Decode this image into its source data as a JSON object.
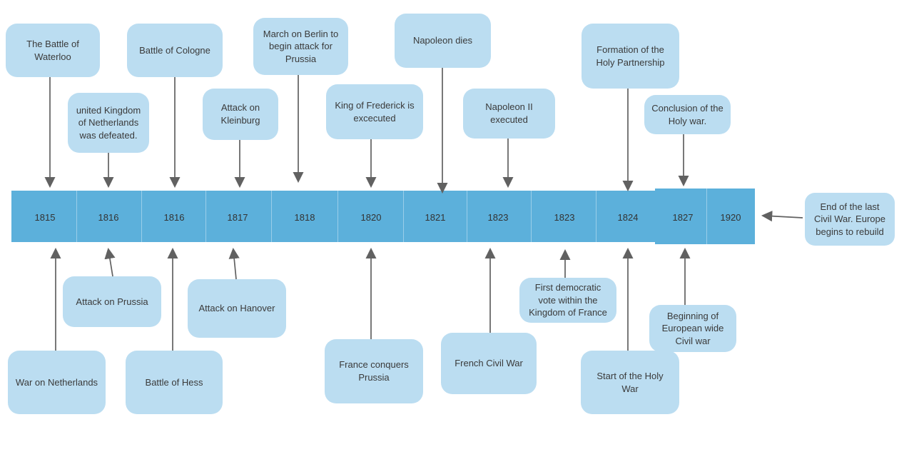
{
  "colors": {
    "box_fill": "#BBDDF1",
    "bar_fill": "#5CB0DB",
    "arrow_color": "#616161",
    "text_color": "#3A3A3A",
    "year_color": "#333333"
  },
  "timeline": {
    "years": [
      "1815",
      "1816",
      "1816",
      "1817",
      "1818",
      "1820",
      "1821",
      "1823",
      "1823",
      "1824",
      "1827",
      "1920"
    ],
    "events_above": [
      {
        "label": "The Battle of Waterloo",
        "year": "1815"
      },
      {
        "label": "united Kingdom of Netherlands was defeated.",
        "year": "1816"
      },
      {
        "label": "Battle of Cologne",
        "year": "1816"
      },
      {
        "label": "Attack on Kleinburg",
        "year": "1817"
      },
      {
        "label": "March on Berlin to begin attack for Prussia",
        "year": "1818"
      },
      {
        "label": "King of Frederick is excecuted",
        "year": "1820"
      },
      {
        "label": "Napoleon dies",
        "year": "1821"
      },
      {
        "label": "Napoleon II executed",
        "year": "1823"
      },
      {
        "label": "Formation of the Holy Partnership",
        "year": "1824"
      },
      {
        "label": "Conclusion of the Holy war.",
        "year": "1827"
      }
    ],
    "events_below": [
      {
        "label": "War on Netherlands",
        "year": "1815"
      },
      {
        "label": "Attack on Prussia",
        "year": "1816"
      },
      {
        "label": "Battle of Hess",
        "year": "1816"
      },
      {
        "label": "Attack on Hanover",
        "year": "1817"
      },
      {
        "label": "France conquers Prussia",
        "year": "1820"
      },
      {
        "label": "French Civil War",
        "year": "1823"
      },
      {
        "label": "First democratic vote within the Kingdom of France",
        "year": "1823"
      },
      {
        "label": "Start of the Holy War",
        "year": "1824"
      },
      {
        "label": "Beginning of European wide Civil war",
        "year": "1827"
      }
    ],
    "end_note": "End of the last Civil War. Europe begins to rebuild"
  }
}
